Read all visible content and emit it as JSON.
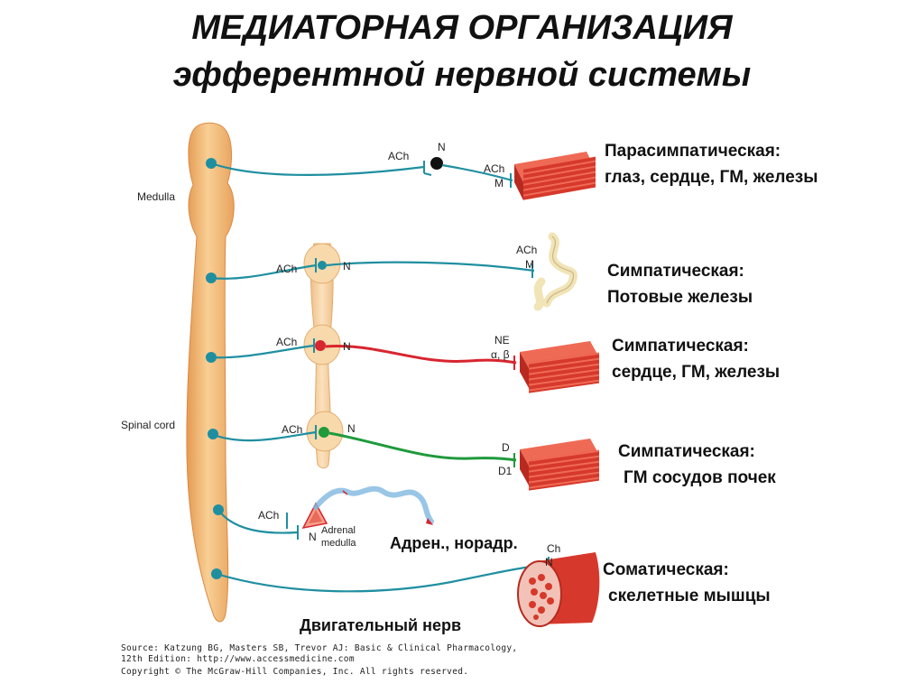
{
  "title": {
    "line1": "МЕДИАТОРНАЯ ОРГАНИЗАЦИЯ",
    "line2": "эфферентной нервной системы"
  },
  "cns_labels": {
    "medulla": "Medulla",
    "spinal_cord": "Spinal cord"
  },
  "pathways": [
    {
      "id": "parasympathetic",
      "heading": "Парасимпатическая:",
      "targets": "глаз, сердце, ГМ, железы",
      "ganglion_transmitter": "ACh",
      "ganglion_receptor": "N",
      "effector_transmitter": "ACh",
      "effector_receptor": "M"
    },
    {
      "id": "sympathetic-sweat",
      "heading": "Симпатическая:",
      "targets": "Потовые железы",
      "ganglion_transmitter": "ACh",
      "ganglion_receptor": "N",
      "effector_transmitter": "ACh",
      "effector_receptor": "M"
    },
    {
      "id": "sympathetic-heart",
      "heading": "Симпатическая:",
      "targets": "сердце, ГМ, железы",
      "ganglion_transmitter": "ACh",
      "ganglion_receptor": "N",
      "effector_transmitter": "NE",
      "effector_receptor": "α, β"
    },
    {
      "id": "sympathetic-renal",
      "heading": "Симпатическая:",
      "targets": "ГМ сосудов почек",
      "ganglion_transmitter": "ACh",
      "ganglion_receptor": "N",
      "effector_receptor_1": "D",
      "effector_receptor_2": "D1"
    },
    {
      "id": "adrenal",
      "transmitter": "ACh",
      "receptor": "N",
      "organ_line1": "Adrenal",
      "organ_line2": "medulla",
      "release": "Адрен., норадр."
    },
    {
      "id": "somatic",
      "heading": "Соматическая:",
      "targets": "скелетные мышцы",
      "effector_transmitter": "Ch",
      "effector_receptor": "N",
      "nerve_label": "Двигательный нерв"
    }
  ],
  "source": {
    "line1": "Source: Katzung BG, Masters SB, Trevor AJ: Basic & Clinical Pharmacology,",
    "line2": "12th Edition: http://www.accessmedicine.com",
    "line3": "Copyright © The McGraw-Hill Companies, Inc. All rights reserved."
  },
  "colors": {
    "cholinergic_fiber": "#1f8fa0",
    "adrenergic_fiber": "#d8252f",
    "dopaminergic_fiber": "#1f9a3c",
    "spinal_cord": "#f2b878",
    "muscle": "#d6392b"
  }
}
